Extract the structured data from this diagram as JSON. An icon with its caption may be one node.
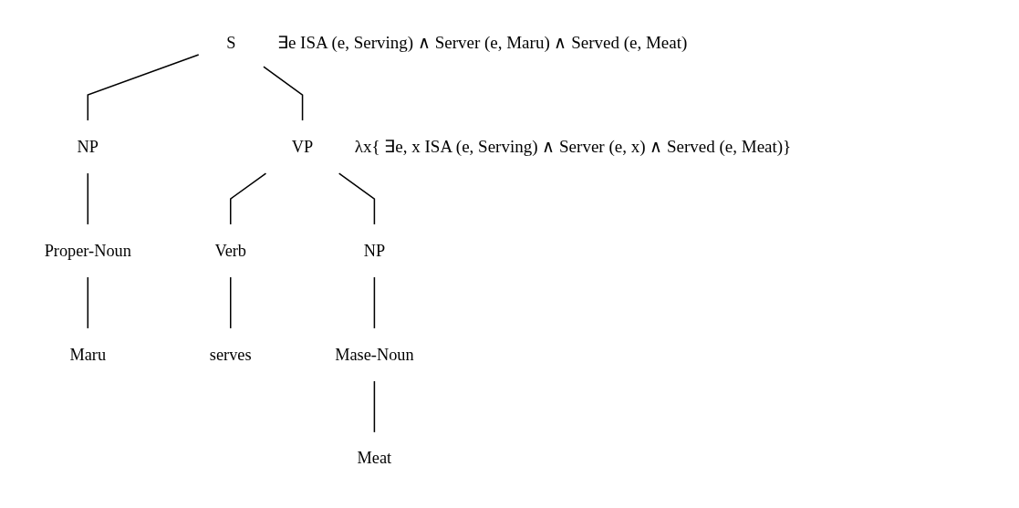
{
  "diagram": {
    "nodes": [
      {
        "text": [
          "S"
        ],
        "beside": [
          "∃e ISA (e, Serving) ∧ Server (e, Maru) ∧ Served (e, Meat)"
        ]
      },
      {
        "text": [
          "NP"
        ]
      },
      {
        "text": [
          "VP"
        ],
        "beside": [
          "λx{ ∃e, x ISA (e, Serving) ∧ Server (e, x) ∧ Served (e, Meat)}"
        ]
      },
      {
        "text": [
          "Proper-Noun"
        ]
      },
      {
        "text": [
          "Verb"
        ]
      },
      {
        "text": [
          "NP"
        ]
      },
      {
        "text": [
          "Maru"
        ]
      },
      {
        "text": [
          "serves"
        ]
      },
      {
        "text": [
          "Mase-Noun"
        ]
      },
      {
        "text": [
          "Meat"
        ]
      }
    ],
    "edges": [
      {
        "from": 0,
        "to": 1,
        "arrow": "none"
      },
      {
        "from": 0,
        "to": 2,
        "arrow": "none"
      },
      {
        "from": 1,
        "to": 3,
        "arrow": "none"
      },
      {
        "from": 2,
        "to": 4,
        "arrow": "none"
      },
      {
        "from": 2,
        "to": 5,
        "arrow": "none"
      },
      {
        "from": 3,
        "to": 6,
        "arrow": "none"
      },
      {
        "from": 4,
        "to": 7,
        "arrow": "none"
      },
      {
        "from": 5,
        "to": 8,
        "arrow": "none"
      },
      {
        "from": 8,
        "to": 9,
        "arrow": "none"
      }
    ]
  }
}
